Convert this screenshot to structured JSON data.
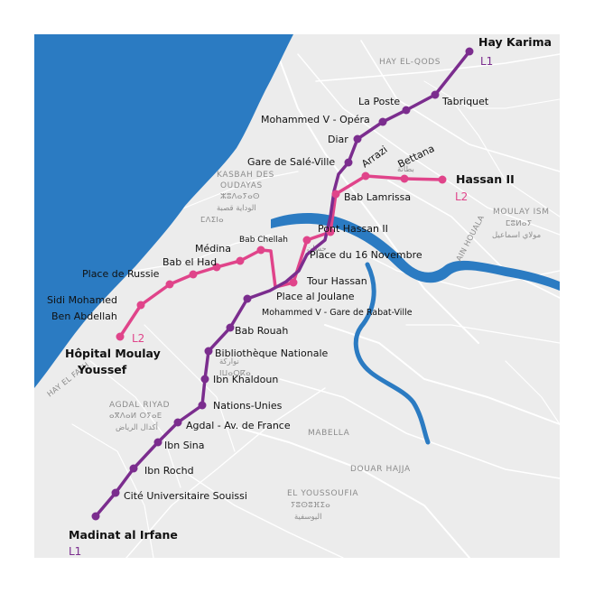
{
  "lines": {
    "l1": {
      "label": "L1",
      "color": "#7b2d8e"
    },
    "l2": {
      "label": "L2",
      "color": "#e0448a"
    }
  },
  "terminals": {
    "hay_karima": "Hay Karima",
    "madinat": "Madinat al Irfane",
    "hassan_ii": "Hassan II",
    "hopital_1": "Hôpital Moulay",
    "hopital_2": "Youssef"
  },
  "stations": {
    "tabriquet": "Tabriquet",
    "la_poste": "La Poste",
    "mohammed_v_opera": "Mohammed V - Opéra",
    "diar": "Diar",
    "gare_sale": "Gare de Salé-Ville",
    "arrazi": "Arrazi",
    "bettana": "Bettana",
    "bab_lamrissa": "Bab Lamrissa",
    "pont_hassan_ii": "Pont Hassan II",
    "place_16_nov": "Place du 16 Novembre",
    "tour_hassan": "Tour Hassan",
    "place_al_joulane": "Place al Joulane",
    "mohammed_v_gare": "Mohammed V - Gare de Rabat-Ville",
    "bab_rouah": "Bab Rouah",
    "bibliotheque": "Bibliothèque Nationale",
    "ibn_khaldoun": "Ibn Khaldoun",
    "nations_unies": "Nations-Unies",
    "agdal": "Agdal - Av. de France",
    "ibn_sina": "Ibn Sina",
    "ibn_rochd": "Ibn Rochd",
    "cite_universitaire": "Cité Universitaire Souissi",
    "bab_chellah": "Bab Chellah",
    "medina": "Médina",
    "bab_el_had": "Bab el Had",
    "place_de_russie": "Place de Russie",
    "sidi_mohamed_1": "Sidi Mohamed",
    "sidi_mohamed_2": "Ben Abdellah"
  },
  "districts": {
    "hay_el_qods": "HAY EL-QODS",
    "kasbah_1": "KASBAH DES",
    "kasbah_2": "OUDAYAS",
    "kasbah_tif": "ⵣⵓⴷⴰⵢⴰⵙ",
    "kasbah_ar": "الوداية قصبة",
    "medina_tif": "ⵎⴷⵉⵏⴰ",
    "moulay_1": "MOULAY ISM",
    "moulay_tif": "ⵎⵓⵍⴰⵢ",
    "moulay_ar": "مولاي اسماعيل",
    "hassan_ar": "حسان",
    "batana_ar": "بطانة",
    "agdal_riyad": "AGDAL RIYAD",
    "agdal_tif": "ⴰⴳⴷⴰⵍ ⵔⵢⴰⴹ",
    "agdal_ar": "أكدال الرياض",
    "bibli_ar": "نواركة",
    "bibli_tif": "ⵏⵡⴰⵔⴽⴰ",
    "mabella": "MABELLA",
    "douar_hajja": "DOUAR HAJJA",
    "el_youssoufia": "EL YOUSSOUFIA",
    "youss_tif": "ⵢⵓⵙⵓⴼⵉⴰ",
    "youss_ar": "اليوسفية",
    "hay_el_fath": "HAY EL FATH",
    "ain_houala": "AIN HOUALA"
  }
}
